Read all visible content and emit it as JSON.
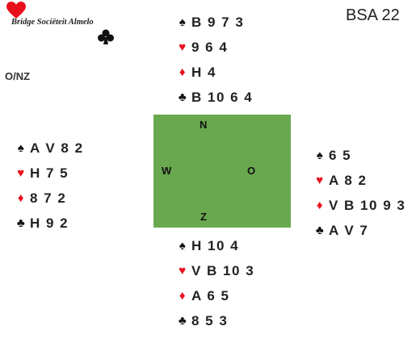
{
  "logo": {
    "text": "Bridge Sociëteit Almelo",
    "icons": [
      "heart-icon",
      "club-icon"
    ],
    "heart_color": "#e8101c",
    "club_color": "#111111"
  },
  "board_label": "BSA 22",
  "dealer_vulnerability": "O/NZ",
  "colors": {
    "table_felt": "#6aa84f",
    "red_suit": "#e8101c",
    "black_suit": "#111111"
  },
  "table": {
    "north": "N",
    "west": "W",
    "east": "O",
    "south": "Z"
  },
  "hands": {
    "north": [
      {
        "suit": "spade",
        "cards": "B 9 7 3"
      },
      {
        "suit": "heart",
        "cards": "9 6 4"
      },
      {
        "suit": "diamond",
        "cards": "H 4"
      },
      {
        "suit": "club",
        "cards": "B 10 6 4"
      }
    ],
    "west": [
      {
        "suit": "spade",
        "cards": "A V 8 2"
      },
      {
        "suit": "heart",
        "cards": "H 7 5"
      },
      {
        "suit": "diamond",
        "cards": "8 7 2"
      },
      {
        "suit": "club",
        "cards": "H 9 2"
      }
    ],
    "east": [
      {
        "suit": "spade",
        "cards": "6 5"
      },
      {
        "suit": "heart",
        "cards": "A 8 2"
      },
      {
        "suit": "diamond",
        "cards": "V B 10 9 3"
      },
      {
        "suit": "club",
        "cards": "A V 7"
      }
    ],
    "south": [
      {
        "suit": "spade",
        "cards": "H 10 4"
      },
      {
        "suit": "heart",
        "cards": "V B 10 3"
      },
      {
        "suit": "diamond",
        "cards": "A 6 5"
      },
      {
        "suit": "club",
        "cards": "8 5 3"
      }
    ]
  }
}
